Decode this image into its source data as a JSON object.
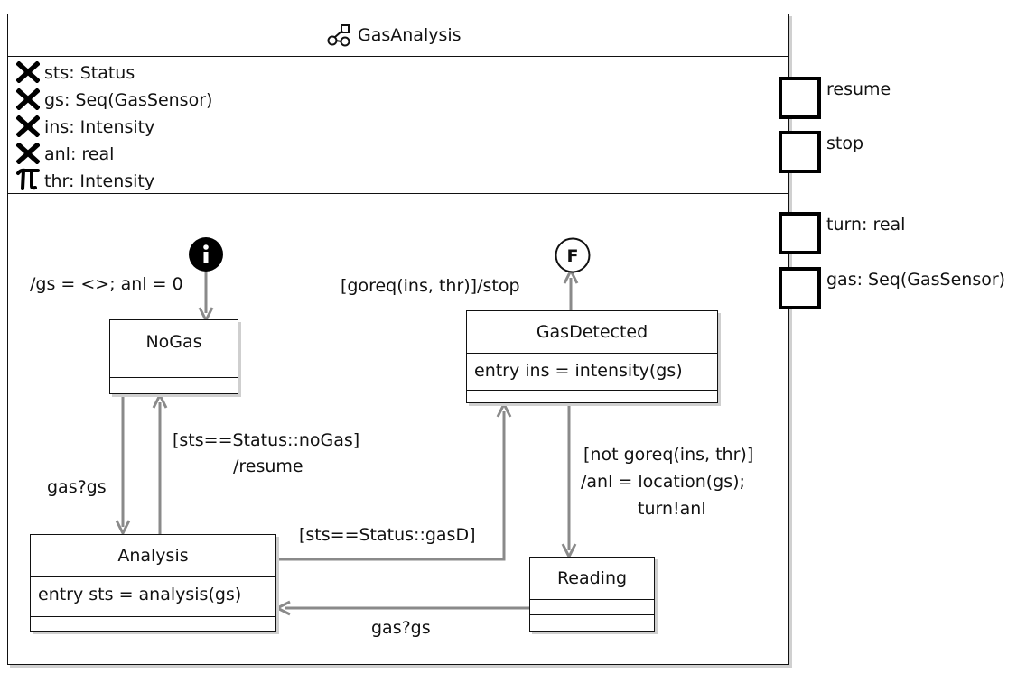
{
  "machine": {
    "title": "GasAnalysis",
    "title_icon": "state-machine-icon",
    "variables": [
      {
        "icon": "variable-icon",
        "label": "sts: Status"
      },
      {
        "icon": "variable-icon",
        "label": "gs: Seq(GasSensor)"
      },
      {
        "icon": "variable-icon",
        "label": "ins: Intensity"
      },
      {
        "icon": "variable-icon",
        "label": "anl: real"
      },
      {
        "icon": "constant-icon",
        "label": "thr: Intensity"
      }
    ]
  },
  "ports": [
    {
      "label": "resume"
    },
    {
      "label": "stop"
    },
    {
      "label": "turn: real"
    },
    {
      "label": "gas: Seq(GasSensor)"
    }
  ],
  "pseudostates": {
    "initial": "i",
    "final": "F"
  },
  "states": {
    "nogas": {
      "name": "NoGas"
    },
    "gasdetected": {
      "name": "GasDetected",
      "action": "entry ins = intensity(gs)"
    },
    "analysis": {
      "name": "Analysis",
      "action": "entry sts = analysis(gs)"
    },
    "reading": {
      "name": "Reading"
    }
  },
  "transitions": {
    "initial_label": "/gs = <>; anl = 0",
    "final_label": "[goreq(ins, thr)]/stop",
    "nogas_to_analysis": "gas?gs",
    "analysis_to_nogas_line1": "[sts==Status::noGas]",
    "analysis_to_nogas_line2": "/resume",
    "analysis_to_gasdetected": "[sts==Status::gasD]",
    "gasdetected_to_reading_line1": "[not goreq(ins, thr)]",
    "gasdetected_to_reading_line2": "/anl = location(gs);",
    "gasdetected_to_reading_line3": "turn!anl",
    "reading_to_analysis": "gas?gs"
  },
  "colors": {
    "edge": "#8a8a8a",
    "border": "#111111"
  }
}
